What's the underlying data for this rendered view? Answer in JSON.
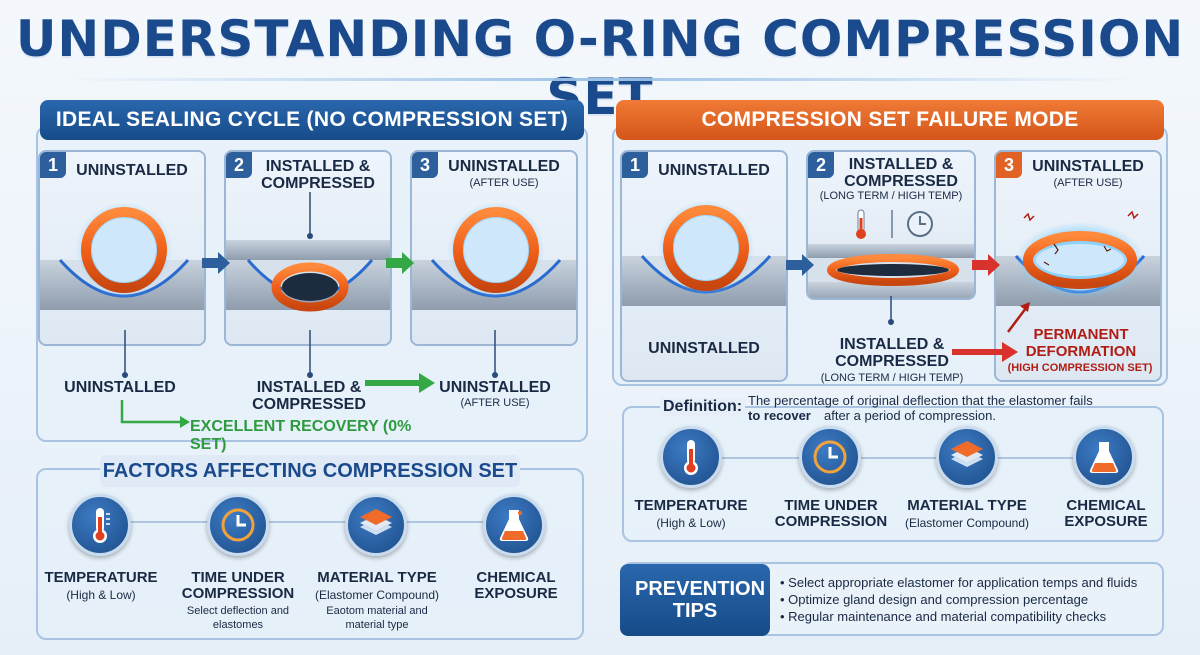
{
  "title": "UNDERSTANDING O-RING COMPRESSION SET",
  "left": {
    "banner": "IDEAL SEALING CYCLE (NO COMPRESSION SET)",
    "cards": [
      {
        "num": "1",
        "title": "UNINSTALLED",
        "sub": ""
      },
      {
        "num": "2",
        "title": "INSTALLED & COMPRESSED",
        "sub": ""
      },
      {
        "num": "3",
        "title": "UNINSTALLED",
        "sub": "(AFTER USE)"
      }
    ],
    "bottom_labels": {
      "l1": "UNINSTALLED",
      "l2": "INSTALLED & COMPRESSED",
      "l3": "UNINSTALLED",
      "l3_sub": "(AFTER USE)"
    },
    "recovery": "EXCELLENT RECOVERY (0% SET)"
  },
  "factors_left": {
    "title": "FACTORS AFFECTING COMPRESSION SET",
    "items": [
      {
        "icon": "thermometer-icon",
        "label": "TEMPERATURE",
        "sub": "(High & Low)",
        "extra": ""
      },
      {
        "icon": "clock-icon",
        "label": "TIME UNDER COMPRESSION",
        "sub": "Select deflection and elastomes",
        "extra": ""
      },
      {
        "icon": "layers-icon",
        "label": "MATERIAL TYPE",
        "sub": "(Elastomer Compound)",
        "extra": "Eaotom material and material type"
      },
      {
        "icon": "flask-icon",
        "label": "CHEMICAL EXPOSURE",
        "sub": "",
        "extra": ""
      }
    ]
  },
  "right": {
    "banner": "COMPRESSION SET FAILURE MODE",
    "cards": [
      {
        "num": "1",
        "title": "UNINSTALLED",
        "sub": "",
        "bottom": "UNINSTALLED"
      },
      {
        "num": "2",
        "title": "INSTALLED & COMPRESSED",
        "sub": "(LONG TERM / HIGH TEMP)",
        "bottom": ""
      },
      {
        "num": "3",
        "title": "UNINSTALLED",
        "sub": "(AFTER USE)",
        "bottom": ""
      }
    ],
    "mid_label": "INSTALLED & COMPRESSED",
    "mid_sub": "(LONG TERM / HIGH TEMP)",
    "deformation": "PERMANENT DEFORMATION",
    "deformation_sub": "(HIGH COMPRESSION SET)",
    "definition_label": "Definition:",
    "definition_text": "The percentage of original deflection that the elastomer fails",
    "definition_text2": "to recover",
    "definition_text3": "after a period of compression."
  },
  "factors_right": {
    "items": [
      {
        "icon": "thermometer-icon",
        "label": "TEMPERATURE",
        "sub": "(High & Low)"
      },
      {
        "icon": "clock-icon",
        "label": "TIME UNDER COMPRESSION",
        "sub": ""
      },
      {
        "icon": "layers-icon",
        "label": "MATERIAL TYPE",
        "sub": "(Elastomer Compound)"
      },
      {
        "icon": "flask-icon",
        "label": "CHEMICAL EXPOSURE",
        "sub": ""
      }
    ]
  },
  "prevention": {
    "label": "PREVENTION TIPS",
    "tips": [
      "Select appropriate elastomer for application temps and fluids",
      "Optimize gland design and compression percentage",
      "Regular maintenance and material compatibility checks"
    ]
  },
  "colors": {
    "blue": "#1b4a8c",
    "orange": "#e06224",
    "ring": "#f26a1f",
    "green": "#34a845",
    "red": "#d8322c"
  }
}
